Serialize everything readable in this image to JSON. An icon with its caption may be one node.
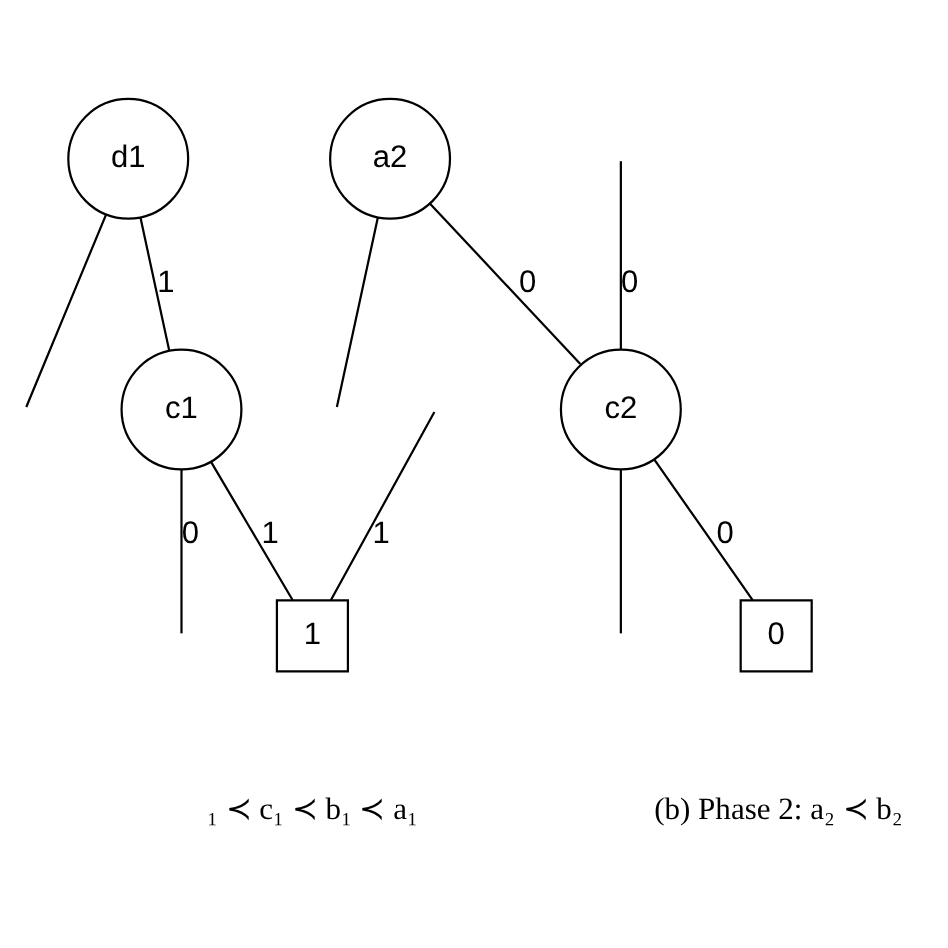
{
  "diagram": {
    "nodes": [
      {
        "text": [
          "d1"
        ]
      },
      {
        "text": [
          "c1"
        ]
      },
      {
        "text": [
          "1"
        ]
      },
      {
        "text": [
          "a2"
        ]
      },
      {
        "text": [
          "c2"
        ]
      },
      {
        "text": [
          "0"
        ]
      }
    ],
    "edges": [
      {
        "from": 0,
        "to": null,
        "arrow": "none"
      },
      {
        "from": 0,
        "to": 1,
        "arrow": "none",
        "label": "1"
      },
      {
        "from": 1,
        "to": null,
        "arrow": "none",
        "label": "0"
      },
      {
        "from": null,
        "to": 2,
        "arrow": "none",
        "label": "1"
      },
      {
        "from": 1,
        "to": 2,
        "arrow": "none",
        "label": "1"
      },
      {
        "from": 3,
        "to": 4,
        "arrow": "none",
        "label": "0"
      },
      {
        "from": 3,
        "to": null,
        "arrow": "none"
      },
      {
        "from": null,
        "to": 4,
        "arrow": "none",
        "label": "0"
      },
      {
        "from": 4,
        "to": null,
        "arrow": "none"
      },
      {
        "from": 4,
        "to": 5,
        "arrow": "none",
        "label": "0"
      }
    ],
    "labels": [
      "₁ ≺ c₁ ≺ b₁ ≺ a₁",
      "(b) Phase 2: a₂ ≺ b₂"
    ]
  }
}
